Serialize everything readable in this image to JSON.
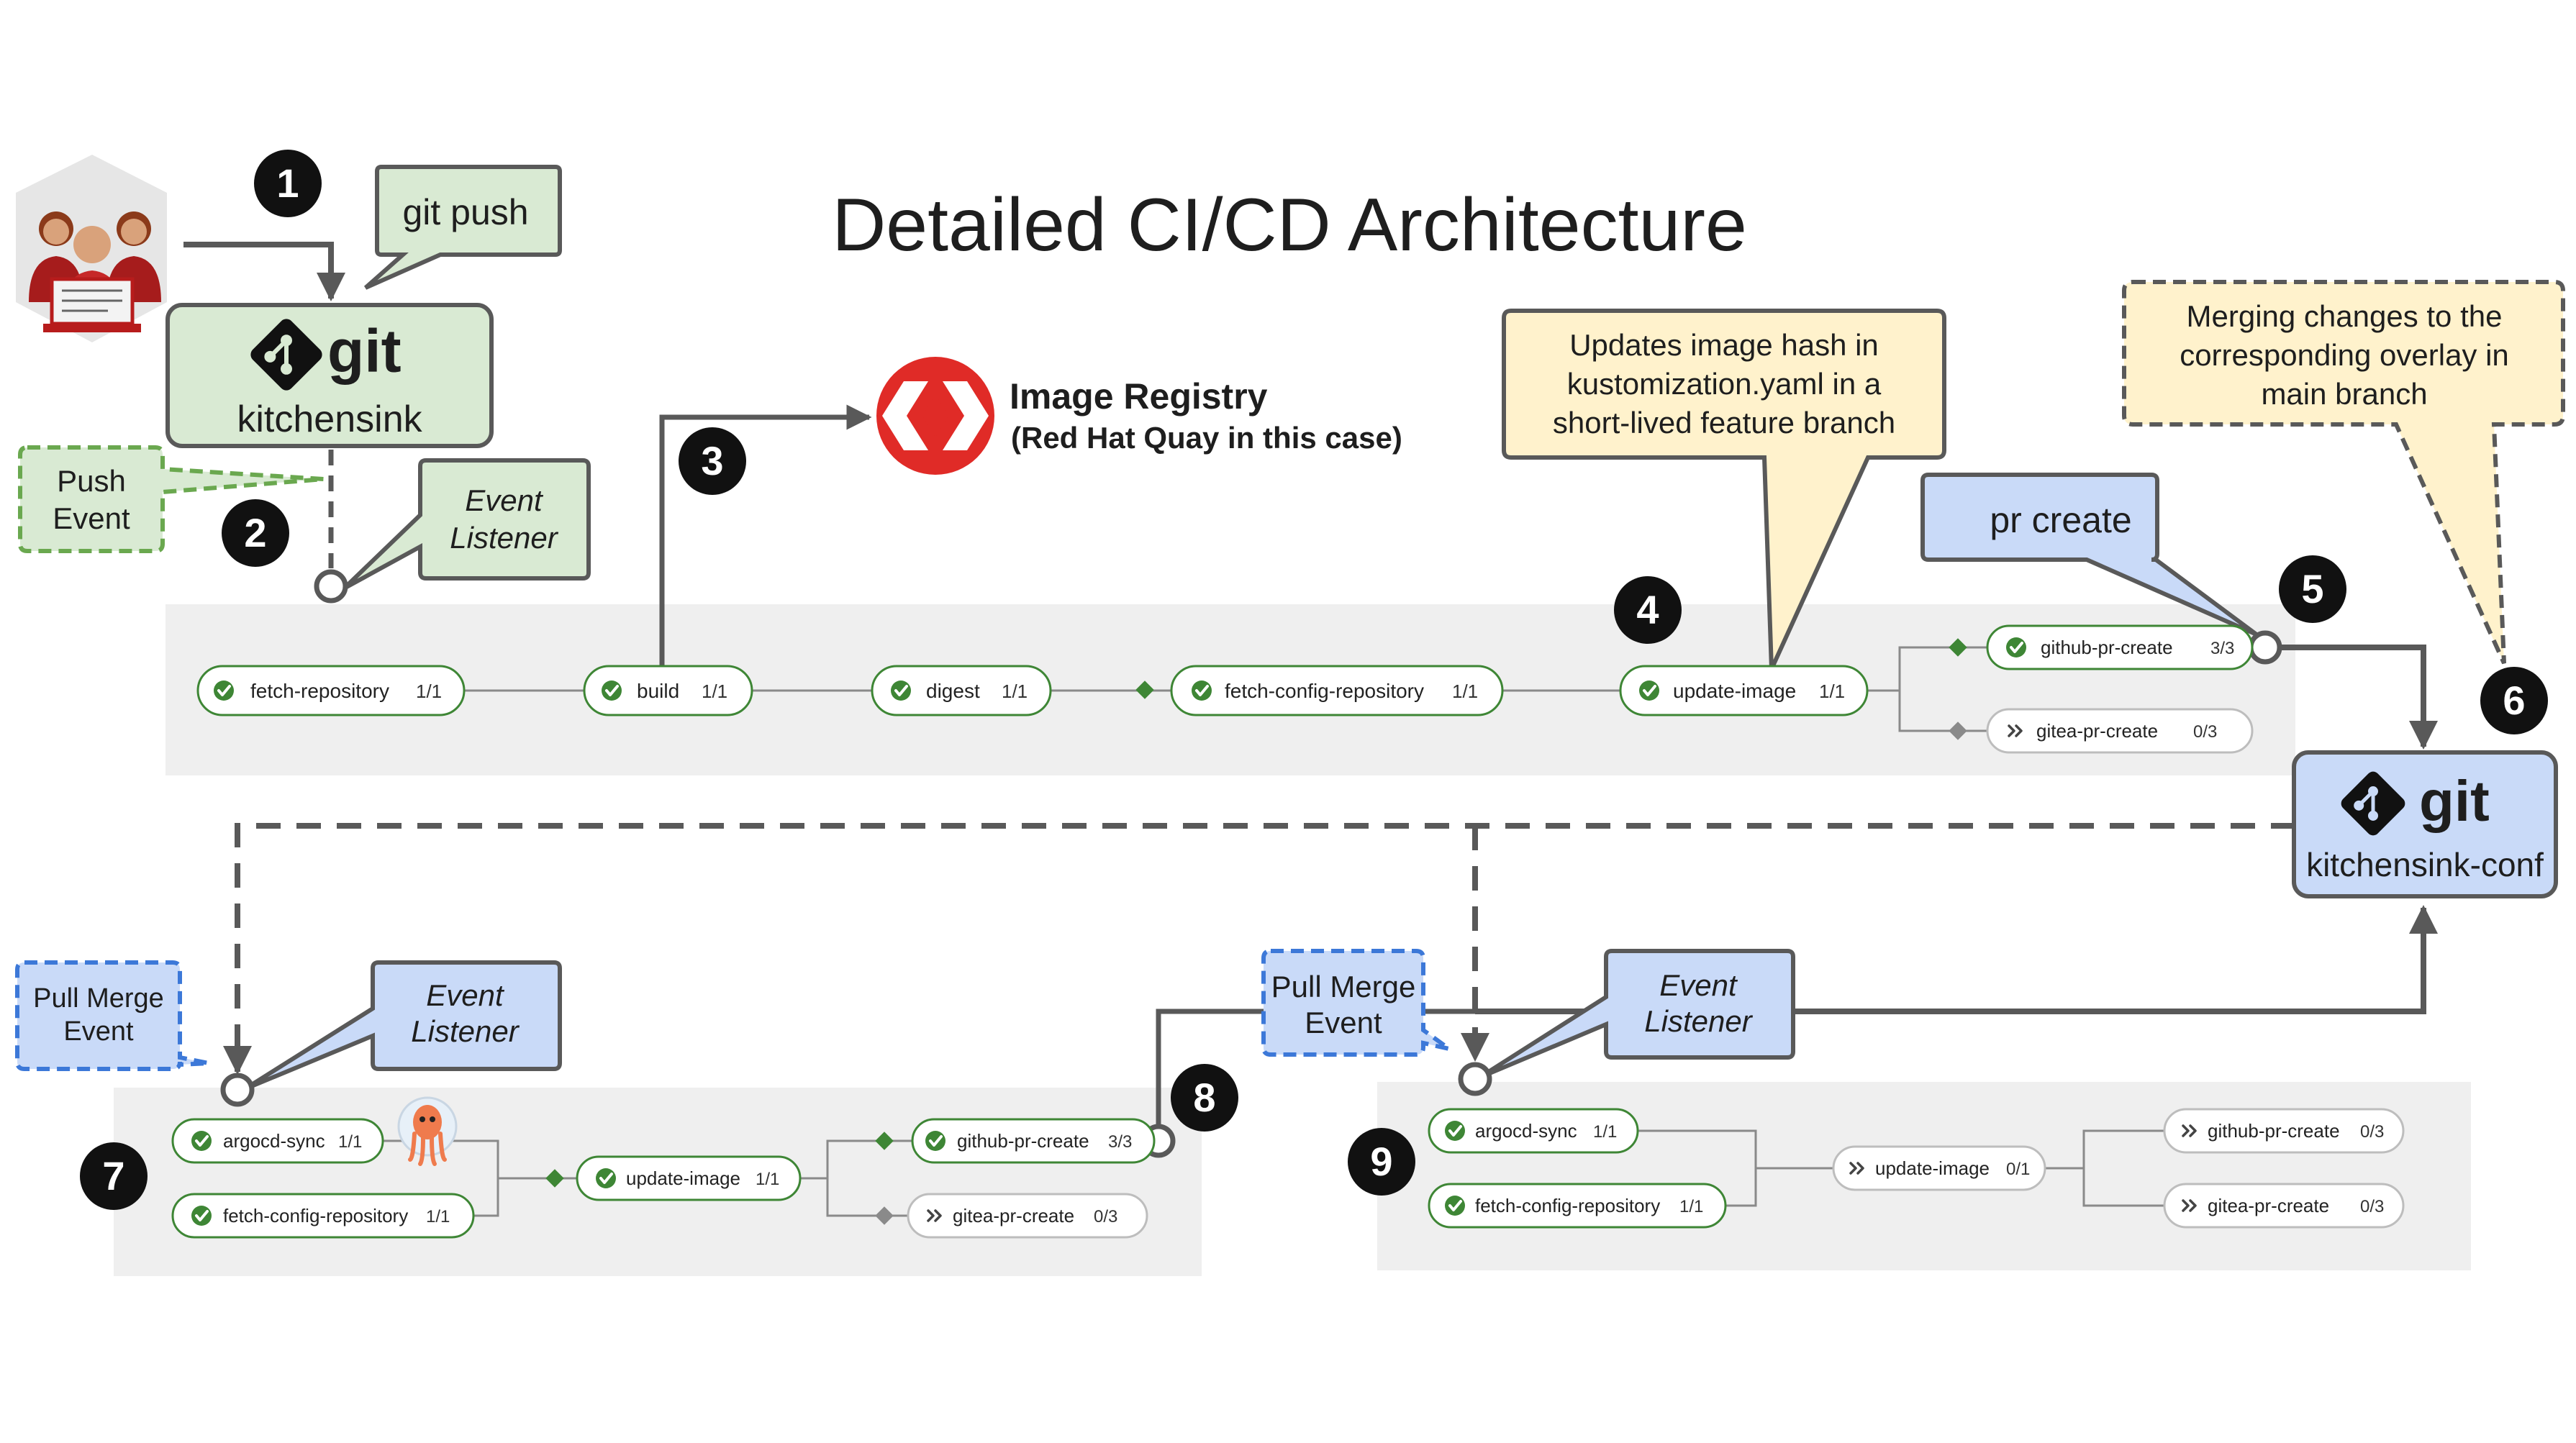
{
  "title": "Detailed CI/CD Architecture",
  "steps": [
    "1",
    "2",
    "3",
    "4",
    "5",
    "6",
    "7",
    "8",
    "9"
  ],
  "callouts": {
    "git_push": "git push",
    "push_event": [
      "Push",
      "Event"
    ],
    "event_listener": [
      "Event",
      "Listener"
    ],
    "updates_image_hash": [
      "Updates image hash in",
      "kustomization.yaml in a",
      "short-lived feature branch"
    ],
    "pr_create": "pr create",
    "merging_changes": [
      "Merging changes to the",
      "corresponding overlay in",
      "main branch"
    ],
    "pull_merge_event": [
      "Pull Merge",
      "Event"
    ]
  },
  "repos": {
    "kitchensink": {
      "logo": "git",
      "name": "kitchensink"
    },
    "kitchensink_conf": {
      "logo": "git",
      "name": "kitchensink-conf"
    }
  },
  "registry": {
    "line1": "Image Registry",
    "line2": "(Red Hat Quay in this case)"
  },
  "pipeline_ci": {
    "tasks": [
      {
        "name": "fetch-repository",
        "count": "1/1",
        "status": "done"
      },
      {
        "name": "build",
        "count": "1/1",
        "status": "done"
      },
      {
        "name": "digest",
        "count": "1/1",
        "status": "done"
      },
      {
        "name": "fetch-config-repository",
        "count": "1/1",
        "status": "done"
      },
      {
        "name": "update-image",
        "count": "1/1",
        "status": "done"
      },
      {
        "name": "github-pr-create",
        "count": "3/3",
        "status": "done"
      },
      {
        "name": "gitea-pr-create",
        "count": "0/3",
        "status": "skipped"
      }
    ]
  },
  "pipeline_stage": {
    "tasks": [
      {
        "name": "argocd-sync",
        "count": "1/1",
        "status": "done"
      },
      {
        "name": "fetch-config-repository",
        "count": "1/1",
        "status": "done"
      },
      {
        "name": "update-image",
        "count": "1/1",
        "status": "done"
      },
      {
        "name": "github-pr-create",
        "count": "3/3",
        "status": "done"
      },
      {
        "name": "gitea-pr-create",
        "count": "0/3",
        "status": "skipped"
      }
    ]
  },
  "pipeline_prod": {
    "tasks": [
      {
        "name": "argocd-sync",
        "count": "1/1",
        "status": "done"
      },
      {
        "name": "fetch-config-repository",
        "count": "1/1",
        "status": "done"
      },
      {
        "name": "update-image",
        "count": "0/1",
        "status": "skipped"
      },
      {
        "name": "github-pr-create",
        "count": "0/3",
        "status": "skipped"
      },
      {
        "name": "gitea-pr-create",
        "count": "0/3",
        "status": "skipped"
      }
    ]
  },
  "colors": {
    "green_fill": "#d9ead3",
    "blue_fill": "#c9daf8",
    "yellow_fill": "#fff2cc",
    "lane_fill": "#efefef",
    "done_green": "#3e8635",
    "quay_red": "#e02b27",
    "connector": "#595959"
  },
  "icons": [
    "team-icon",
    "git-logo-icon",
    "quay-logo-icon",
    "argo-octopus-icon",
    "check-circle-icon",
    "skip-chevrons-icon"
  ]
}
